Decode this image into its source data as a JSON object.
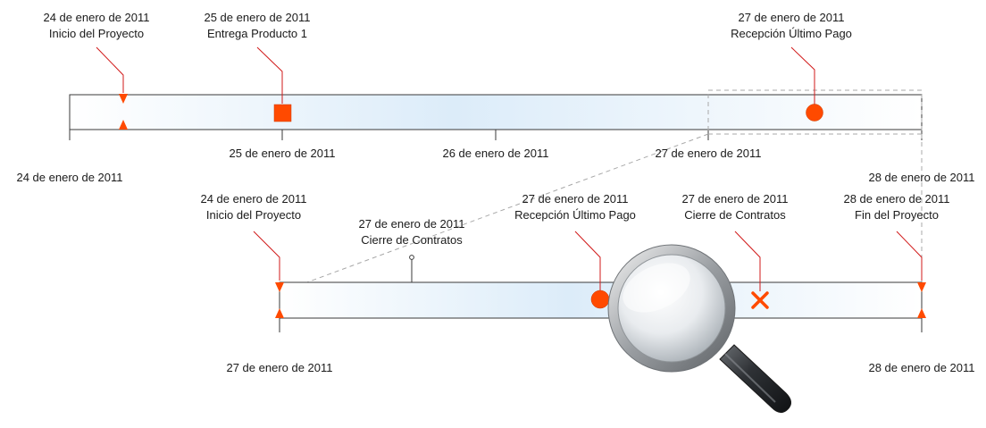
{
  "colors": {
    "accent": "#ff4a00",
    "leader": "#d11a1a",
    "bar_border": "#3a3a3a",
    "bar_fill_light": "#ffffff",
    "bar_fill_tint": "#dcecf9"
  },
  "top_timeline": {
    "milestones": [
      {
        "date": "24 de enero de 2011",
        "name": "Inicio del Proyecto",
        "marker": "triangle-pair"
      },
      {
        "date": "25 de enero de 2011",
        "name": "Entrega Producto 1",
        "marker": "square"
      },
      {
        "date": "27 de enero de 2011",
        "name": "Recepción Último Pago",
        "marker": "circle"
      }
    ],
    "axis": {
      "start": "24 de enero de 2011",
      "ticks": [
        "25 de enero de 2011",
        "26 de enero de 2011",
        "27 de enero de 2011"
      ],
      "end": "28 de enero de 2011"
    }
  },
  "zoom_timeline": {
    "milestones": [
      {
        "date": "24 de enero de 2011",
        "name": "Inicio del Proyecto",
        "marker": "triangle-pair"
      },
      {
        "date": "27 de enero de 2011",
        "name": "Cierre de Contratos",
        "marker": "small-circle"
      },
      {
        "date": "27 de enero de 2011",
        "name": "Recepción Último Pago",
        "marker": "circle"
      },
      {
        "date": "27 de enero de 2011",
        "name": "Cierre de Contratos",
        "marker": "x"
      },
      {
        "date": "28 de enero de 2011",
        "name": "Fin del Proyecto",
        "marker": "triangle-pair"
      }
    ],
    "axis": {
      "start": "27 de enero de 2011",
      "end": "28 de enero de 2011"
    }
  },
  "icons": {
    "zoom": "magnifying-glass-icon"
  }
}
